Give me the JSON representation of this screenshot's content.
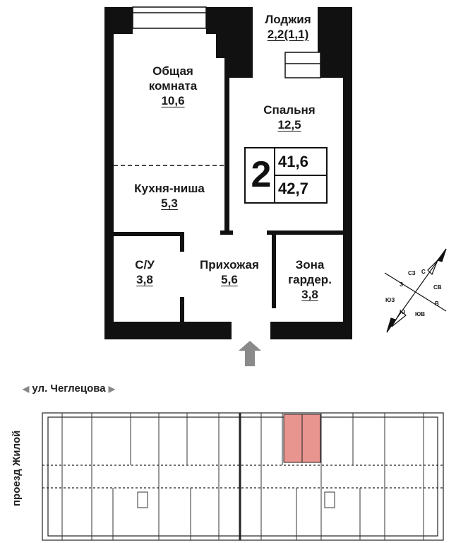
{
  "rooms": {
    "loggia": {
      "name": "Лоджия",
      "area": "2,2(1,1)"
    },
    "common_room": {
      "name_line1": "Общая",
      "name_line2": "комната",
      "area": "10,6"
    },
    "bedroom": {
      "name": "Спальня",
      "area": "12,5"
    },
    "kitchen": {
      "name": "Кухня-ниша",
      "area": "5,3"
    },
    "bathroom": {
      "name": "С/У",
      "area": "3,8"
    },
    "hallway": {
      "name": "Прихожая",
      "area": "5,6"
    },
    "wardrobe": {
      "name_line1": "Зона",
      "name_line2": "гардер.",
      "area": "3,8"
    }
  },
  "summary": {
    "rooms_count": "2",
    "living_area": "41,6",
    "total_area": "42,7"
  },
  "compass": {
    "labels": [
      "С",
      "СВ",
      "В",
      "ЮВ",
      "Ю",
      "ЮЗ",
      "З",
      "СЗ"
    ]
  },
  "streets": {
    "top": "ул. Чеглецова",
    "left": "проезд Жилой"
  },
  "colors": {
    "wall": "#111111",
    "highlight": "#e8948f",
    "arrow": "#8a8a8a"
  }
}
